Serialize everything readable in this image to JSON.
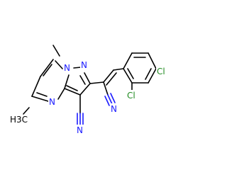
{
  "molecule": {
    "colors": {
      "bond": "#000000",
      "nitrogen": "#1a1aff",
      "chlorine": "#228b22",
      "background": "#ffffff"
    },
    "atoms": [
      {
        "id": "N1",
        "element": "N",
        "label": "N",
        "color": "#1a1aff"
      },
      {
        "id": "N2",
        "element": "N",
        "label": "N",
        "color": "#1a1aff"
      },
      {
        "id": "N4",
        "element": "N",
        "label": "N",
        "color": "#1a1aff"
      },
      {
        "id": "N_ring_cn",
        "element": "N",
        "label": "N",
        "color": "#1a1aff"
      },
      {
        "id": "N_vinyl_cn",
        "element": "N",
        "label": "N",
        "color": "#1a1aff"
      },
      {
        "id": "Cl_para",
        "element": "Cl",
        "label": "Cl",
        "color": "#228b22"
      },
      {
        "id": "Cl_ortho",
        "element": "Cl",
        "label": "Cl",
        "color": "#228b22"
      },
      {
        "id": "C_methyl_5",
        "element": "C",
        "label": "H3C",
        "color": "#000000"
      }
    ]
  }
}
